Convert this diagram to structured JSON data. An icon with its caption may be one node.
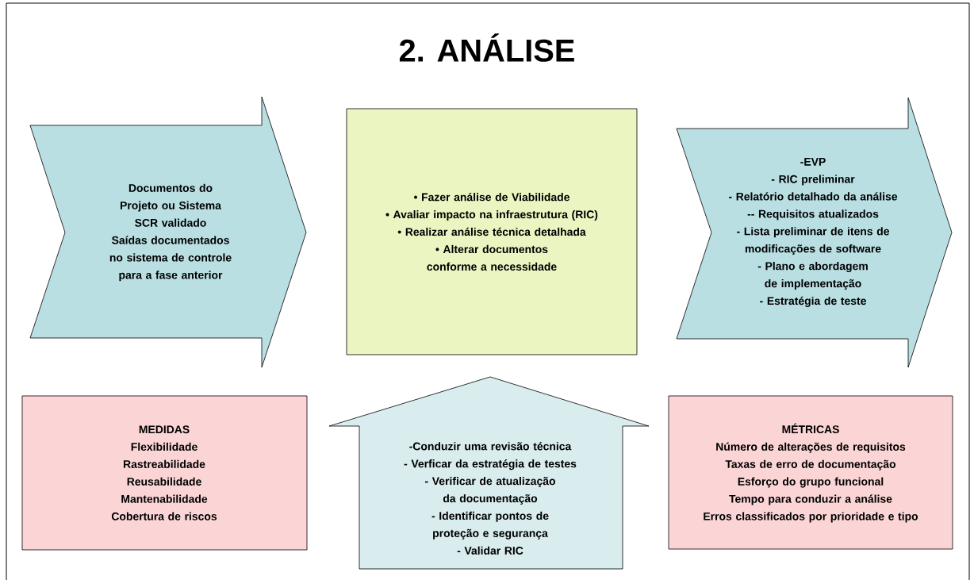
{
  "diagram": {
    "title": "2. ANÁLISE",
    "nodes": [
      {
        "text": [
          "Documentos do Projeto ou Sistema",
          "SCR validado",
          "Saídas documentados no sistema de controle para a fase anterior"
        ]
      },
      {
        "text": [
          "• Fazer análise de Viabilidade",
          "• Avaliar impacto na infraestrutura (RIC)",
          "•  Realizar análise técnica detalhada",
          "• Alterar documentos conforme a necessidade"
        ]
      },
      {
        "text": [
          "-EVP",
          "- RIC preliminar",
          "- Relatório detalhado da análise",
          "-- Requisitos atualizados",
          "- Lista preliminar de itens de modificações de software",
          "- Plano e abordagem de implementação",
          "- Estratégia de teste"
        ]
      },
      {
        "text": [
          "MEDIDAS",
          "Flexibilidade",
          "Rastreabilidade",
          "Reusabilidade",
          "Mantenabilidade",
          "Cobertura de riscos"
        ]
      },
      {
        "text": [
          "-Conduzir uma revisão técnica",
          "- Verficar da estratégia de testes",
          "- Verificar de atualização da documentação",
          "- Identificar pontos de proteção e segurança",
          "- Validar RIC"
        ]
      },
      {
        "text": [
          "MÉTRICAS",
          "Número de alterações de requisitos",
          "Taxas de erro de documentação",
          "Esforço do grupo funcional",
          "Tempo para conduzir a análise",
          "Erros classificados por prioridade e tipo"
        ]
      }
    ]
  }
}
